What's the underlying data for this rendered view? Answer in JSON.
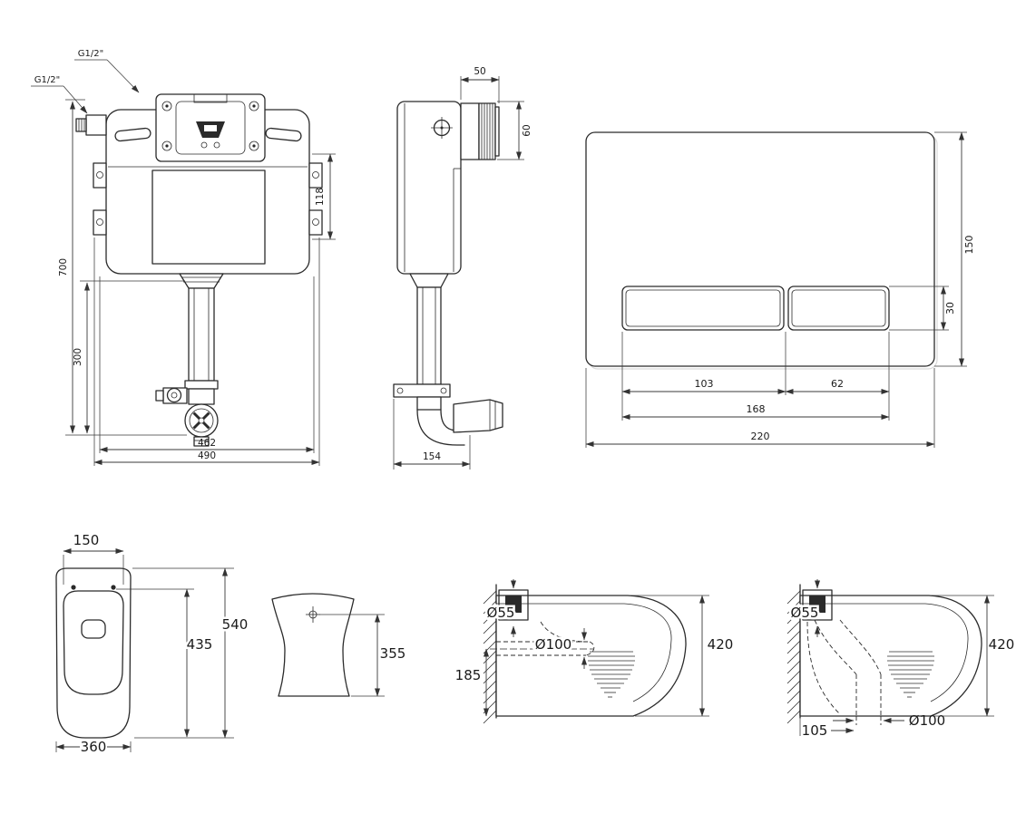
{
  "colors": {
    "line": "#2b2b2b",
    "dimension": "#3a3a3a",
    "background": "#ffffff"
  },
  "views": {
    "cistern_front": {
      "inlet_label_top": "G1/2\"",
      "inlet_label_left": "G1/2\"",
      "dim_118": "118",
      "dim_700": "700",
      "dim_300": "300",
      "dim_462": "462",
      "dim_490": "490"
    },
    "cistern_side": {
      "dim_50": "50",
      "dim_60": "60",
      "dim_154": "154"
    },
    "flush_plate": {
      "dim_150": "150",
      "dim_30": "30",
      "dim_103": "103",
      "dim_62": "62",
      "dim_168": "168",
      "dim_220": "220"
    },
    "toilet_front": {
      "dim_150": "150",
      "dim_435": "435",
      "dim_540": "540",
      "dim_360": "360"
    },
    "pedestal": {
      "dim_355": "355"
    },
    "toilet_side_wall_outlet": {
      "dim_d55": "Ø55",
      "dim_d100": "Ø100",
      "dim_185": "185",
      "dim_420": "420"
    },
    "toilet_side_floor_outlet": {
      "dim_d55": "Ø55",
      "dim_420": "420",
      "dim_d100": "Ø100",
      "dim_105": "105"
    }
  }
}
